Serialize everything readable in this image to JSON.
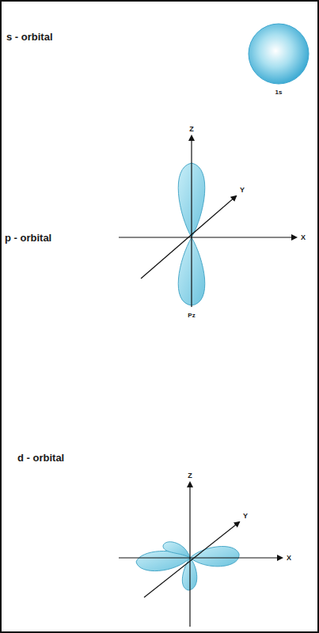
{
  "diagram": {
    "labels": [
      "s - orbital",
      "1s",
      "p - orbital",
      "Z",
      "Y",
      "X",
      "Pz",
      "d - orbital",
      "Z",
      "Y",
      "X"
    ]
  }
}
